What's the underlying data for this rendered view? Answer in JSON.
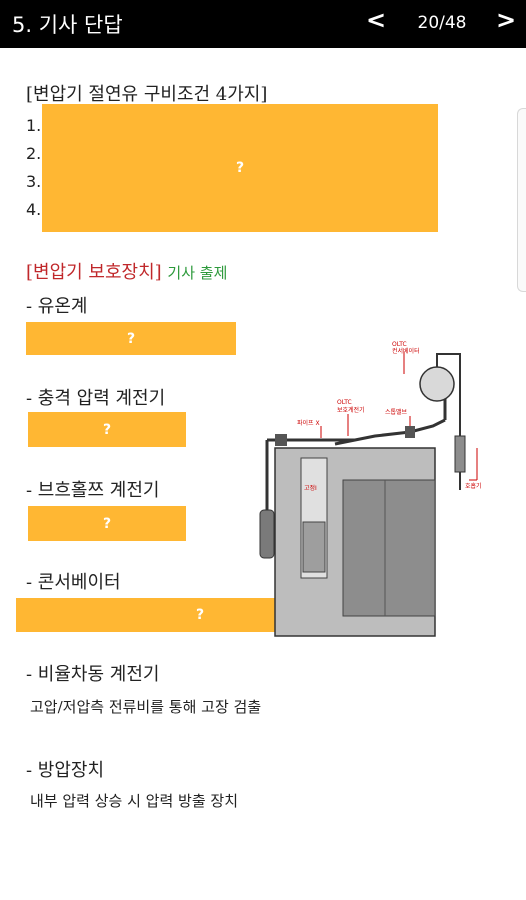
{
  "header": {
    "title": "5. 기사 단답",
    "prev_icon": "chevron-left",
    "next_icon": "chevron-right",
    "prev_glyph": "<",
    "next_glyph": ">",
    "page": "20/48"
  },
  "colors": {
    "header_bg": "#000000",
    "answer_box": "#ffb733",
    "red_title": "#c0282b",
    "green_note": "#2e9a3c"
  },
  "section1": {
    "title": "[변압기 절연유 구비조건 4가지]",
    "numbers": [
      "1.",
      "2.",
      "3.",
      "4."
    ],
    "answer": "?"
  },
  "section2": {
    "title": "[변압기 보호장치]",
    "note": "기사 출제",
    "items": [
      {
        "label": "- 유온계",
        "answer": "?"
      },
      {
        "label": "- 충격 압력 계전기",
        "answer": "?"
      },
      {
        "label": "- 브흐홀쯔 계전기",
        "answer": "?"
      },
      {
        "label": "- 콘서베이터",
        "answer": "?"
      },
      {
        "label": "- 비율차동 계전기",
        "text": "고압/저압측 전류비를 통해  고장 검출"
      },
      {
        "label": "- 방압장치",
        "text": "내부 압력 상승 시 압력 방출 장치"
      }
    ]
  },
  "diagram_labels": {
    "oltc_conservator_1": "OLTC",
    "oltc_conservator_2": "컨서베이터",
    "oltc_relay_1": "OLTC",
    "oltc_relay_2": "보호계전기",
    "pipe": "파이프 X",
    "stop_valve": "스톱밸브",
    "tank": "고정I",
    "breather": "호흡기"
  }
}
